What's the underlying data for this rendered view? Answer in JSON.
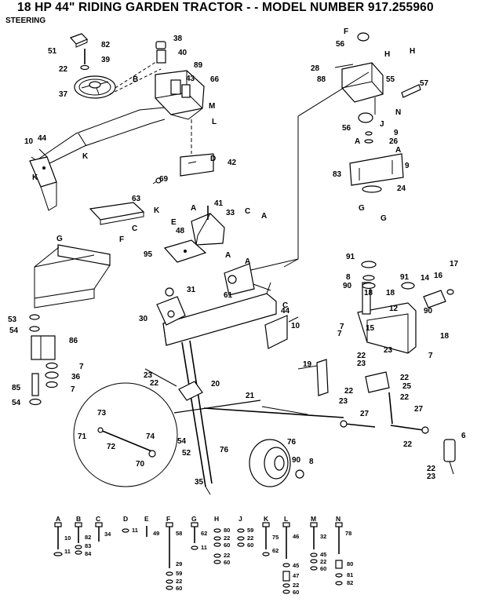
{
  "header": {
    "title": "18 HP 44\" RIDING GARDEN TRACTOR - - MODEL NUMBER 917.255960",
    "subtitle": "STEERING"
  },
  "callouts": {
    "c51": "51",
    "c82": "82",
    "c22a": "22",
    "c39": "39",
    "c37": "37",
    "c38": "38",
    "c40": "40",
    "c89": "89",
    "c43": "43",
    "c66": "66",
    "c42": "42",
    "c69": "69",
    "c63": "63",
    "c41": "41",
    "c33": "33",
    "c48": "48",
    "c95": "95",
    "c10a": "10",
    "c44a": "44",
    "c31": "31",
    "c30": "30",
    "c61": "61",
    "c44b": "44",
    "c10b": "10",
    "c53": "53",
    "c54a": "54",
    "c86": "86",
    "c7a": "7",
    "c36": "36",
    "c7b": "7",
    "c85": "85",
    "c54b": "54",
    "c23a": "23",
    "c22b": "22",
    "c20": "20",
    "c21": "21",
    "c73": "73",
    "c71": "71",
    "c72": "72",
    "c74": "74",
    "c70": "70",
    "c54c": "54",
    "c52": "52",
    "c76a": "76",
    "c35": "35",
    "c76b": "76",
    "c90a": "90",
    "c8a": "8",
    "c56a": "56",
    "c28": "28",
    "c88": "88",
    "c55": "55",
    "c57": "57",
    "c56b": "56",
    "c9a": "9",
    "c26": "26",
    "c83": "83",
    "c9b": "9",
    "c24": "24",
    "c91a": "91",
    "c8b": "8",
    "c90b": "90",
    "c91b": "91",
    "c18a": "18",
    "c14": "14",
    "c16": "16",
    "c17": "17",
    "c18b": "18",
    "c12": "12",
    "c90c": "90",
    "c7c": "7",
    "c7d": "7",
    "c15": "15",
    "c18c": "18",
    "c22c": "22",
    "c23b": "23",
    "c23c": "23",
    "c7e": "7",
    "c22d": "22",
    "c25": "25",
    "c19": "19",
    "c22e": "22",
    "c22f": "22",
    "c23d": "23",
    "c27a": "27",
    "c27b": "27",
    "c22g": "22",
    "c6": "6",
    "c22h": "22",
    "c23e": "23"
  },
  "ref_letters": {
    "B": "B",
    "M": "M",
    "L": "L",
    "D": "D",
    "K1": "K",
    "K2": "K",
    "K3": "K",
    "E": "E",
    "A1": "A",
    "C1": "C",
    "A2": "A",
    "C2": "C",
    "G1": "G",
    "F1": "F",
    "A3": "A",
    "A4": "A",
    "C3": "C",
    "F2": "F",
    "H1": "H",
    "H2": "H",
    "N": "N",
    "J": "J",
    "A5": "A",
    "A6": "A",
    "G2": "G",
    "G3": "G"
  },
  "hardware_key": {
    "A": [
      "10",
      "11"
    ],
    "B": [
      "82",
      "83",
      "84"
    ],
    "C": [
      "34"
    ],
    "D": [
      "11"
    ],
    "E": [
      "49"
    ],
    "F": [
      "58",
      "29",
      "59",
      "22",
      "60"
    ],
    "G": [
      "62",
      "11"
    ],
    "H": [
      "80",
      "22",
      "60",
      "22",
      "60"
    ],
    "J": [
      "59",
      "22",
      "60"
    ],
    "K": [
      "75",
      "62"
    ],
    "L": [
      "46",
      "45",
      "47",
      "22",
      "60"
    ],
    "M": [
      "32",
      "45",
      "22",
      "60"
    ],
    "N": [
      "78",
      "80",
      "81",
      "82"
    ]
  }
}
